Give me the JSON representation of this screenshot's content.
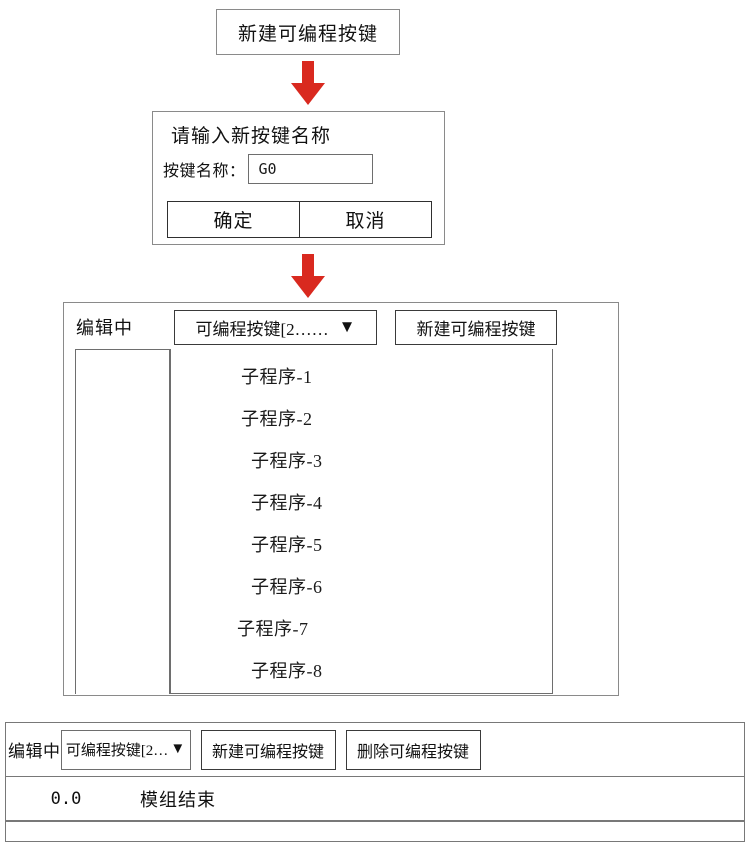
{
  "flow": {
    "step1": {
      "label": "新建可编程按键"
    },
    "arrow_color": "#d9291f",
    "step2_dialog": {
      "title": "请输入新按键名称",
      "field_label": "按键名称：",
      "field_value": "G0",
      "field_placeholder": "",
      "confirm_label": "确定",
      "cancel_label": "取消"
    },
    "step3_panel": {
      "status_label": "编辑中",
      "select_value": "可编程按键[2……",
      "select_caret": "▼",
      "new_button_label": "新建可编程按键",
      "dropdown_items": [
        "子程序-1",
        "子程序-2",
        "子程序-3",
        "子程序-4",
        "子程序-5",
        "子程序-6",
        "子程序-7",
        "子程序-8"
      ]
    },
    "step4_bottom": {
      "status_label": "编辑中",
      "select_value": "可编程按键[2…",
      "select_caret": "▼",
      "new_button_label": "新建可编程按键",
      "delete_button_label": "删除可编程按键",
      "row": {
        "index": "0.0",
        "label": "模组结束"
      }
    }
  }
}
